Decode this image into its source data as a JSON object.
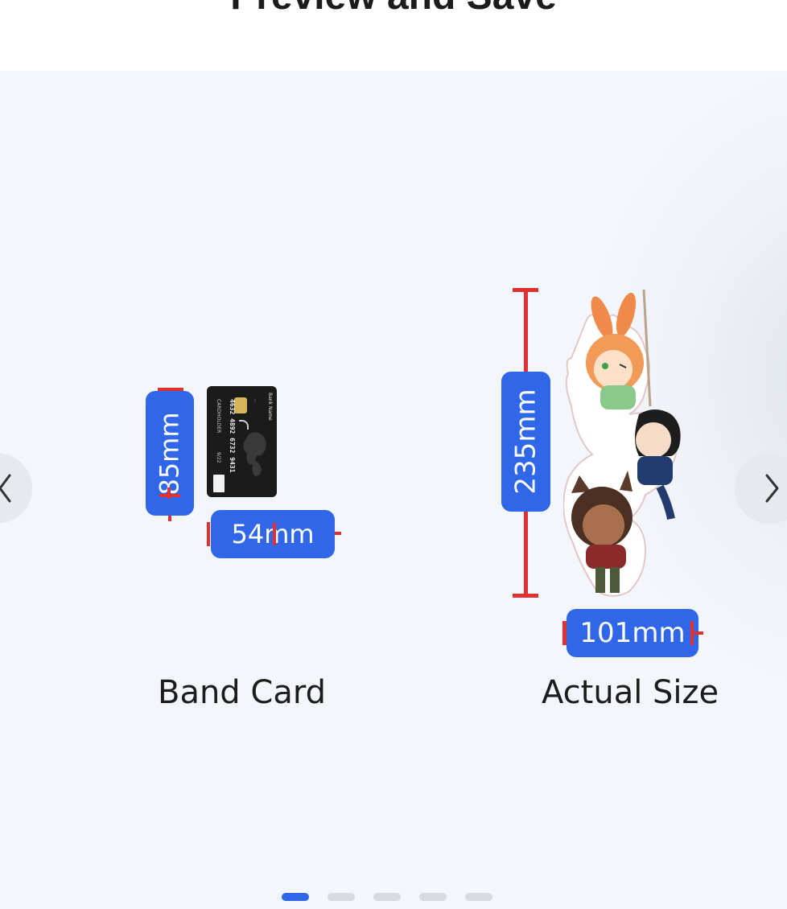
{
  "header": {
    "title": "Preview and Save"
  },
  "nav": {
    "prev_icon": "chevron-left-icon",
    "next_icon": "chevron-right-icon"
  },
  "band_card": {
    "caption": "Band Card",
    "height_label": "85mm",
    "width_label": "54mm",
    "card": {
      "bank_name": "Bank Name",
      "number": "4632 4892 6732 9431",
      "holder": "CARDHOLDER",
      "expiry": "9/22"
    }
  },
  "actual_size": {
    "caption": "Actual Size",
    "height_label": "235mm",
    "width_label": "101mm"
  },
  "pagination": {
    "count": 5,
    "active": 0
  },
  "colors": {
    "accent": "#2f67e8",
    "marker": "#e03131",
    "background": "#f3f6fb"
  }
}
